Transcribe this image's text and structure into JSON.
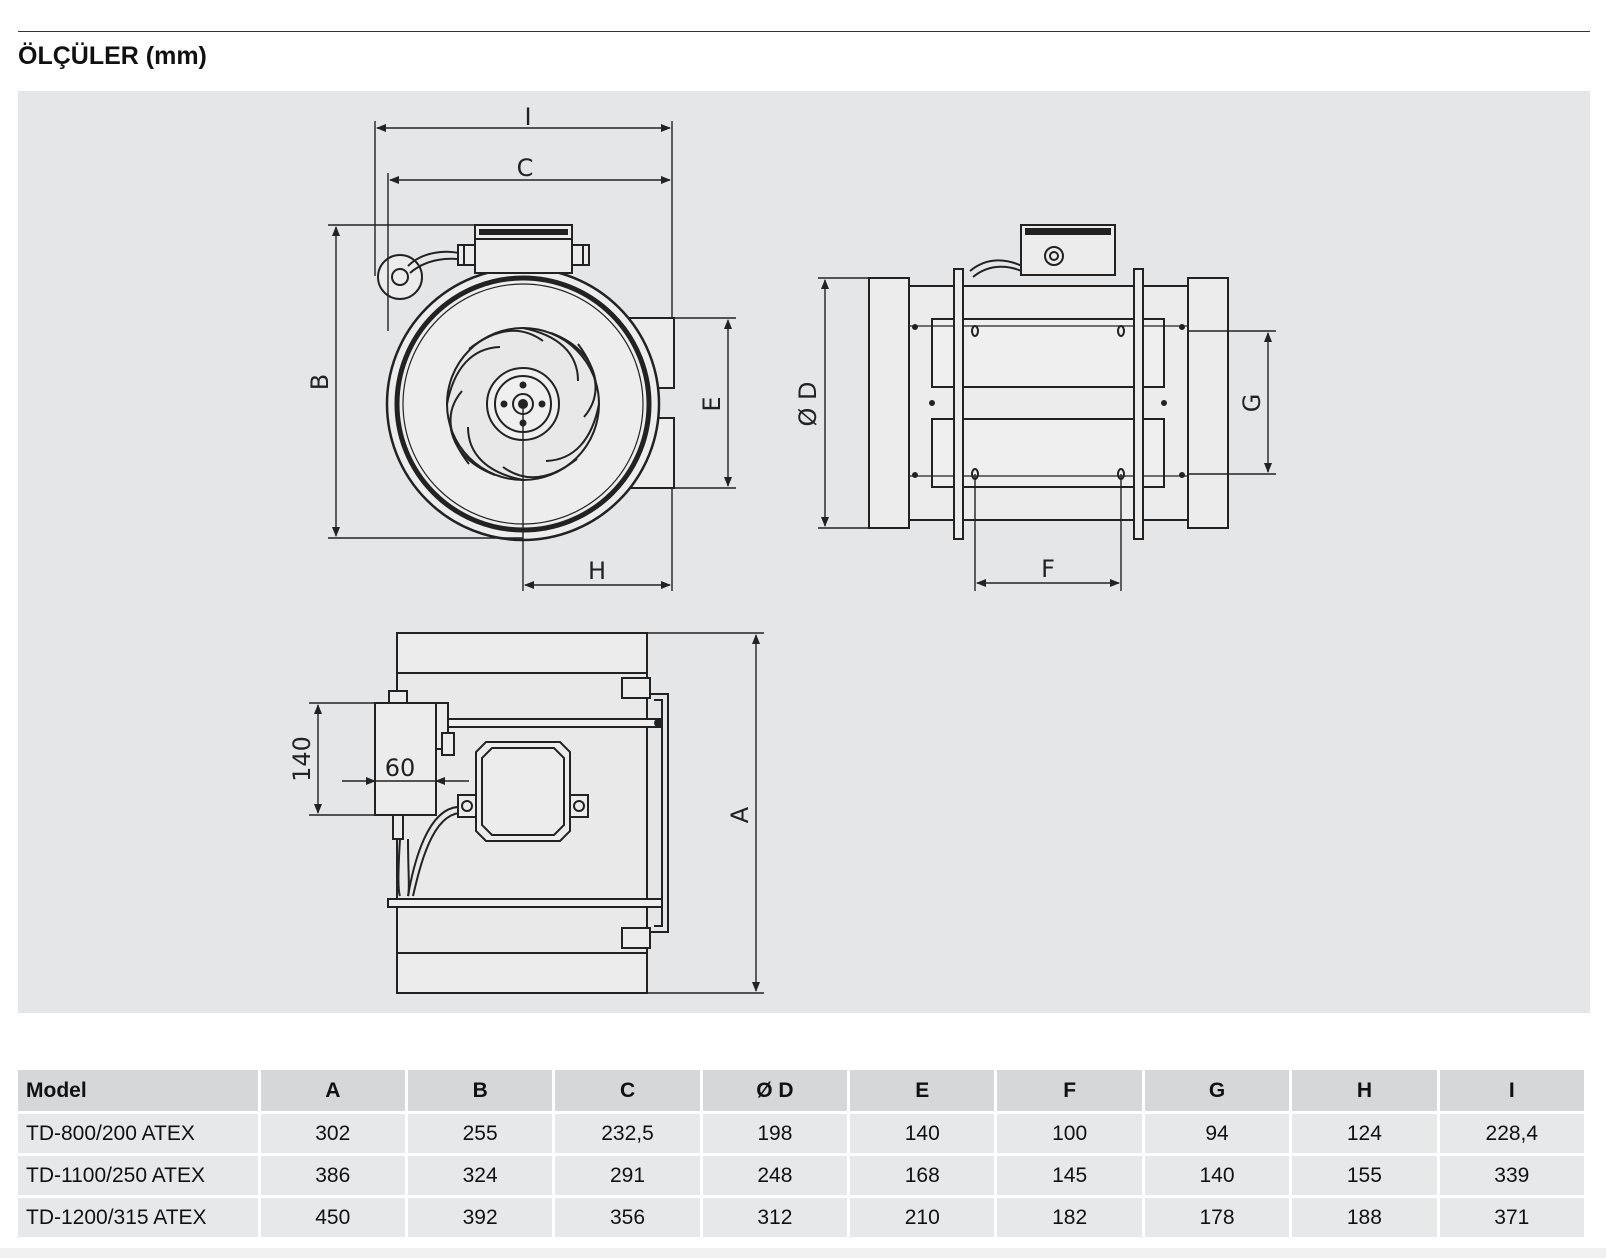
{
  "heading": "ÖLÇÜLER (mm)",
  "drawing": {
    "labels": {
      "I": "I",
      "C": "C",
      "B": "B",
      "E": "E",
      "H": "H",
      "D": "Ø D",
      "G": "G",
      "F": "F",
      "A": "A",
      "h140": "140",
      "w60": "60"
    }
  },
  "table": {
    "headers": [
      "Model",
      "A",
      "B",
      "C",
      "Ø D",
      "E",
      "F",
      "G",
      "H",
      "I"
    ],
    "rows": [
      [
        "TD-800/200 ATEX",
        "302",
        "255",
        "232,5",
        "198",
        "140",
        "100",
        "94",
        "124",
        "228,4"
      ],
      [
        "TD-1100/250 ATEX",
        "386",
        "324",
        "291",
        "248",
        "168",
        "145",
        "140",
        "155",
        "339"
      ],
      [
        "TD-1200/315 ATEX",
        "450",
        "392",
        "356",
        "312",
        "210",
        "182",
        "178",
        "188",
        "371"
      ]
    ]
  }
}
